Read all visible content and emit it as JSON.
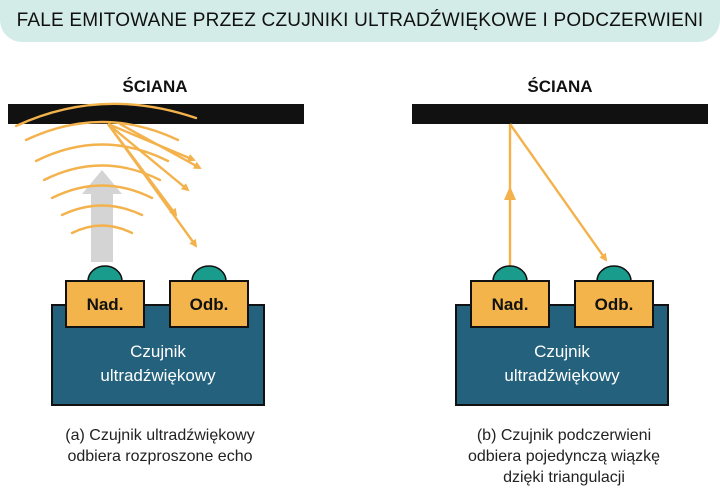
{
  "title": "FALE EMITOWANE PRZEZ CZUJNIKI ULTRADŹWIĘKOWE I PODCZERWIENI",
  "panel_a": {
    "wall_label": "ŚCIANA",
    "transmitter_label": "Nad.",
    "receiver_label": "Odb.",
    "sensor_label_line1": "Czujnik",
    "sensor_label_line2": "ultradźwiękowy",
    "caption_line1": "(a) Czujnik ultradźwiękowy",
    "caption_line2": "odbiera rozproszone echo"
  },
  "panel_b": {
    "wall_label": "ŚCIANA",
    "transmitter_label": "Nad.",
    "receiver_label": "Odb.",
    "sensor_label_line1": "Czujnik",
    "sensor_label_line2": "ultradźwiękowy",
    "caption_line1": "(b) Czujnik podczerwieni",
    "caption_line2": "odbiera pojedynczą wiązkę",
    "caption_line3": "dzięki triangulacji"
  },
  "colors": {
    "banner": "#d3ece8",
    "wall": "#111111",
    "sensor_body": "#23617c",
    "element_box": "#f2b44b",
    "dome": "#1a9c8c",
    "wave": "#f3b24c",
    "emission_arrow": "#d4d4d4"
  }
}
